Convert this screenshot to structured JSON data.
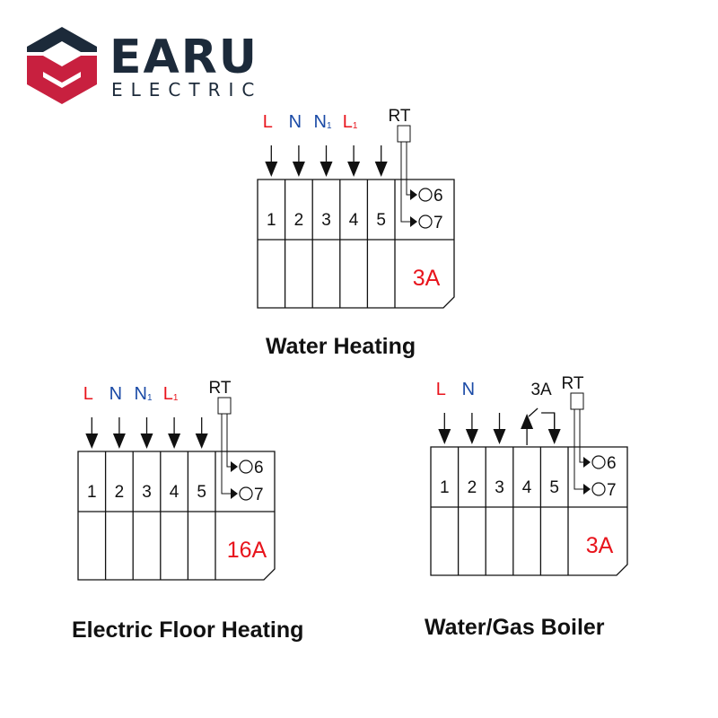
{
  "logo": {
    "name": "EARU",
    "sub": "ELECTRIC",
    "colors": {
      "navy": "#1c2a3a",
      "red": "#c8203f"
    }
  },
  "colors": {
    "red": "#e8141c",
    "blue": "#1a4aa6",
    "black": "#111111"
  },
  "diagrams": [
    {
      "id": "water-heating",
      "caption": "Water Heating",
      "inputs": [
        {
          "label": "L",
          "sub": "",
          "color": "red",
          "dir": "down"
        },
        {
          "label": "N",
          "sub": "",
          "color": "blue",
          "dir": "down"
        },
        {
          "label": "N",
          "sub": "1",
          "color": "blue",
          "dir": "down"
        },
        {
          "label": "L",
          "sub": "1",
          "color": "red",
          "dir": "down"
        },
        {
          "label": "",
          "sub": "",
          "color": "black",
          "dir": "down"
        }
      ],
      "terminals": [
        "1",
        "2",
        "3",
        "4",
        "5"
      ],
      "sensor_label": "RT",
      "sensor_terminals": [
        "6",
        "7"
      ],
      "rating": "3A",
      "relay_label": ""
    },
    {
      "id": "electric-floor-heating",
      "caption": "Electric Floor Heating",
      "inputs": [
        {
          "label": "L",
          "sub": "",
          "color": "red",
          "dir": "down"
        },
        {
          "label": "N",
          "sub": "",
          "color": "blue",
          "dir": "down"
        },
        {
          "label": "N",
          "sub": "1",
          "color": "blue",
          "dir": "down"
        },
        {
          "label": "L",
          "sub": "1",
          "color": "red",
          "dir": "down"
        },
        {
          "label": "",
          "sub": "",
          "color": "black",
          "dir": "down"
        }
      ],
      "terminals": [
        "1",
        "2",
        "3",
        "4",
        "5"
      ],
      "sensor_label": "RT",
      "sensor_terminals": [
        "6",
        "7"
      ],
      "rating": "16A",
      "relay_label": ""
    },
    {
      "id": "water-gas-boiler",
      "caption": "Water/Gas Boiler",
      "inputs": [
        {
          "label": "L",
          "sub": "",
          "color": "red",
          "dir": "down"
        },
        {
          "label": "N",
          "sub": "",
          "color": "blue",
          "dir": "down"
        },
        {
          "label": "",
          "sub": "",
          "color": "black",
          "dir": "down"
        },
        {
          "label": "",
          "sub": "",
          "color": "black",
          "dir": "up"
        },
        {
          "label": "",
          "sub": "",
          "color": "black",
          "dir": "down"
        }
      ],
      "terminals": [
        "1",
        "2",
        "3",
        "4",
        "5"
      ],
      "sensor_label": "RT",
      "sensor_terminals": [
        "6",
        "7"
      ],
      "rating": "3A",
      "relay_label": "3A"
    }
  ]
}
